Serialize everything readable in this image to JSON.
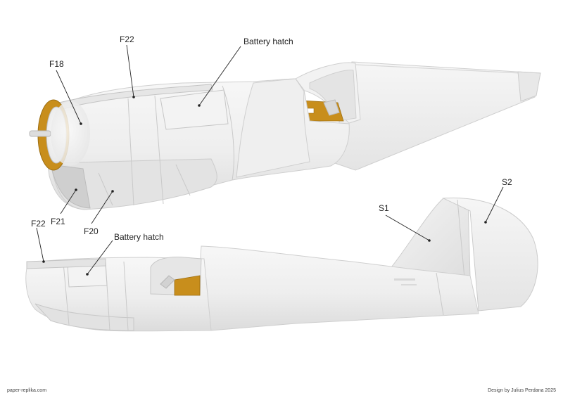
{
  "labels": {
    "f22_top": "F22",
    "f18": "F18",
    "battery_hatch_top": "Battery hatch",
    "f21": "F21",
    "f20": "F20",
    "f22_bottom": "F22",
    "battery_hatch_bottom": "Battery hatch",
    "s1": "S1",
    "s2": "S2"
  },
  "footer": {
    "left": "paper-replika.com",
    "right": "Design by Julius Perdana 2025"
  },
  "colors": {
    "body": "#f0f0f0",
    "shade": "#e2e2e2",
    "deep": "#d4d4d4",
    "interior_wood": "#c88e1c",
    "edge": "#c9c9c9"
  }
}
